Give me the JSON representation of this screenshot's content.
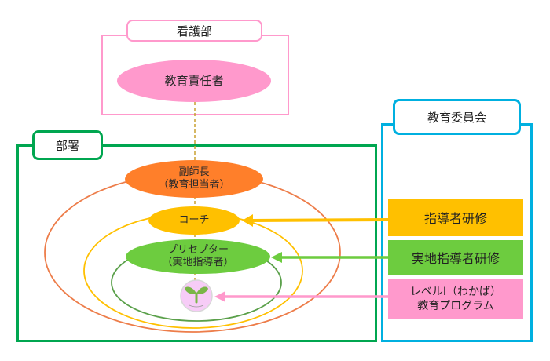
{
  "nursing_dept": {
    "label": "看護部",
    "role": "教育責任者"
  },
  "ward": {
    "label": "部署",
    "roles": [
      {
        "line1": "副師長",
        "line2": "（教育担当者）"
      },
      {
        "line1": "コーチ",
        "line2": ""
      },
      {
        "line1": "プリセプター",
        "line2": "（実地指導者）"
      }
    ],
    "newcomer_icon": "sprout-icon"
  },
  "education_committee": {
    "label": "教育委員会",
    "programs": [
      {
        "line1": "指導者研修",
        "line2": "",
        "color": "#ffc000"
      },
      {
        "line1": "実地指導者研修",
        "line2": "",
        "color": "#6dcc3f"
      },
      {
        "line1": "レベルⅠ（わかば）",
        "line2": "教育プログラム",
        "color": "#ff99cc"
      }
    ]
  },
  "colors": {
    "nursing_frame": "#ff99cc",
    "ward_frame": "#00a650",
    "committee_frame": "#00b0e0",
    "vice_head": "#ff7f2a",
    "coach": "#ffc000",
    "preceptor": "#6dcc3f",
    "newcomer_ring": "#5aa04a"
  }
}
